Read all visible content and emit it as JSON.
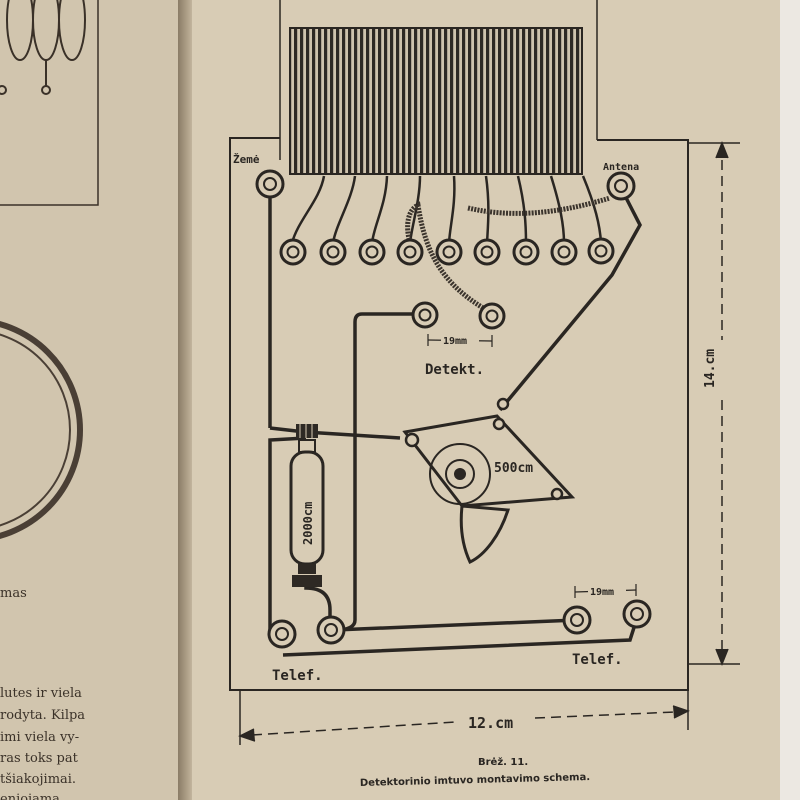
{
  "left_page": {
    "fragment_label": "mas",
    "text_lines": [
      "lutes ir viela",
      "rodyta. Kilpa",
      "imi viela vy-",
      "ras toks pat",
      "tšiakojimai.",
      "eniojama"
    ]
  },
  "diagram": {
    "label_zeme": "Žemė",
    "label_antena": "Antena",
    "label_detekt": "Detekt.",
    "label_19mm_top": "19mm",
    "label_19mm_bottom": "19mm",
    "label_500cm": "500cm",
    "label_2000cm": "2000cm",
    "label_telef_left": "Telef.",
    "label_telef_right": "Telef.",
    "dim_height": "14.cm",
    "dim_width": "12.cm"
  },
  "caption": {
    "figure": "Brėž. 11.",
    "title": "Detektorinio imtuvo montavimo schema."
  },
  "colors": {
    "ink": "#2a2622",
    "paper": "#d8ccb5"
  }
}
